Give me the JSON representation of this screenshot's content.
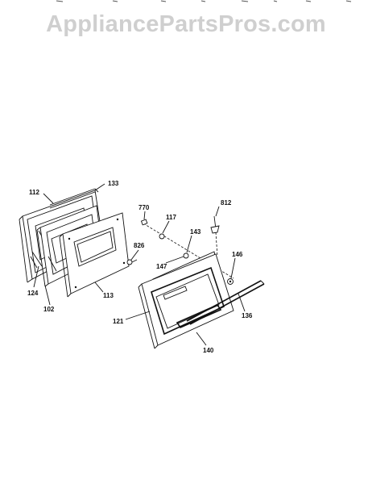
{
  "watermark": "AppliancePartsPros.com",
  "callouts": {
    "c112": "112",
    "c133": "133",
    "c770": "770",
    "c117": "117",
    "c812": "812",
    "c143": "143",
    "c826": "826",
    "c147": "147",
    "c146": "146",
    "c124": "124",
    "c113": "113",
    "c102": "102",
    "c121": "121",
    "c136": "136",
    "c140": "140"
  }
}
